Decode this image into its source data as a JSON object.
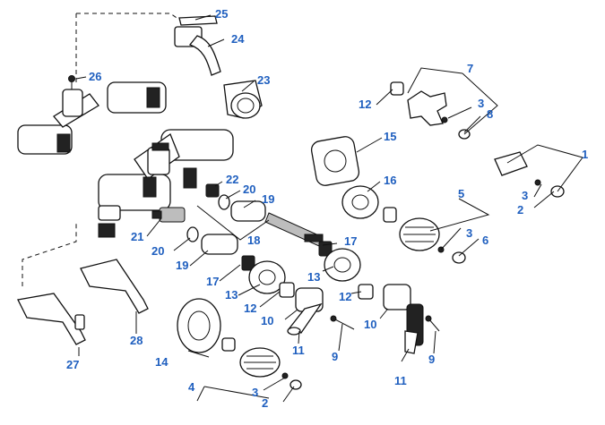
{
  "callouts": {
    "c1": "1",
    "c2a": "2",
    "c2b": "2",
    "c3a": "3",
    "c3b": "3",
    "c3c": "3",
    "c3d": "3",
    "c4": "4",
    "c5": "5",
    "c6": "6",
    "c7": "7",
    "c8": "8",
    "c9a": "9",
    "c9b": "9",
    "c10a": "10",
    "c10b": "10",
    "c11a": "11",
    "c11b": "11",
    "c12a": "12",
    "c12b": "12",
    "c12c": "12",
    "c13a": "13",
    "c13b": "13",
    "c14": "14",
    "c15": "15",
    "c16": "16",
    "c17a": "17",
    "c17b": "17",
    "c18": "18",
    "c19a": "19",
    "c19b": "19",
    "c20a": "20",
    "c20b": "20",
    "c21": "21",
    "c22": "22",
    "c23": "23",
    "c24": "24",
    "c25": "25",
    "c26": "26",
    "c27": "27",
    "c28": "28"
  },
  "colors": {
    "callout": "#1f5fbf",
    "line": "#111111"
  }
}
